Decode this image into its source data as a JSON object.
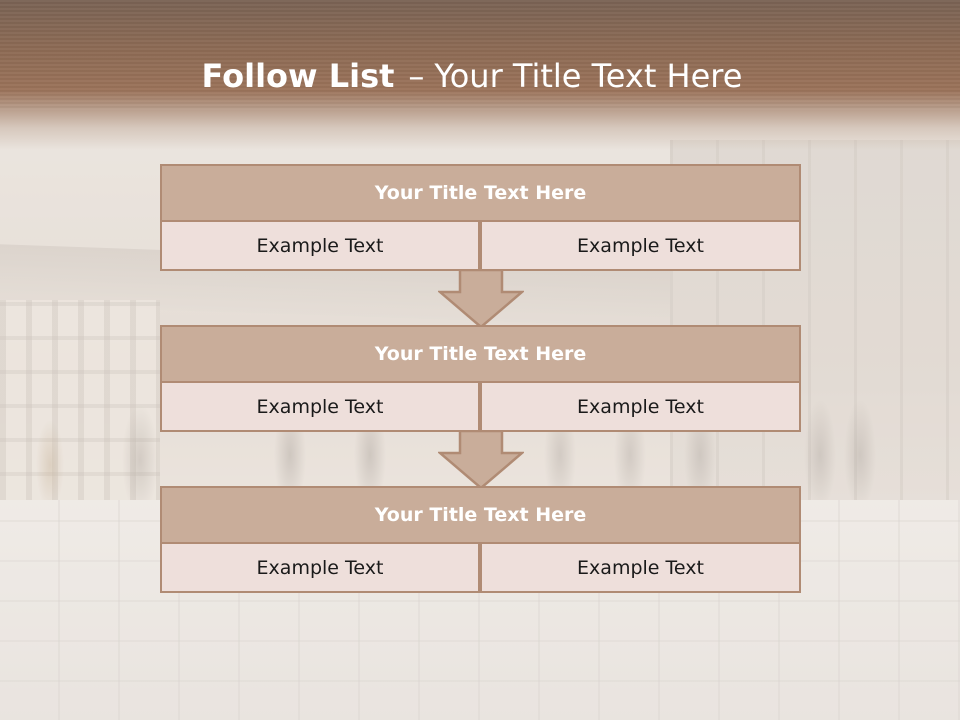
{
  "slide": {
    "title_bold": "Follow List",
    "title_separator": "–",
    "title_rest": "Your Title Text Here"
  },
  "blocks": [
    {
      "title": "Your Title Text Here",
      "left": "Example Text",
      "right": "Example Text"
    },
    {
      "title": "Your Title Text Here",
      "left": "Example Text",
      "right": "Example Text"
    },
    {
      "title": "Your Title Text Here",
      "left": "Example Text",
      "right": "Example Text"
    }
  ],
  "colors": {
    "title_bar": "#9b735a",
    "header_fill": "#c9ad9a",
    "cell_fill": "#eedfdb",
    "border": "#b08b74"
  },
  "icons": {
    "connector": "down-arrow-icon"
  }
}
